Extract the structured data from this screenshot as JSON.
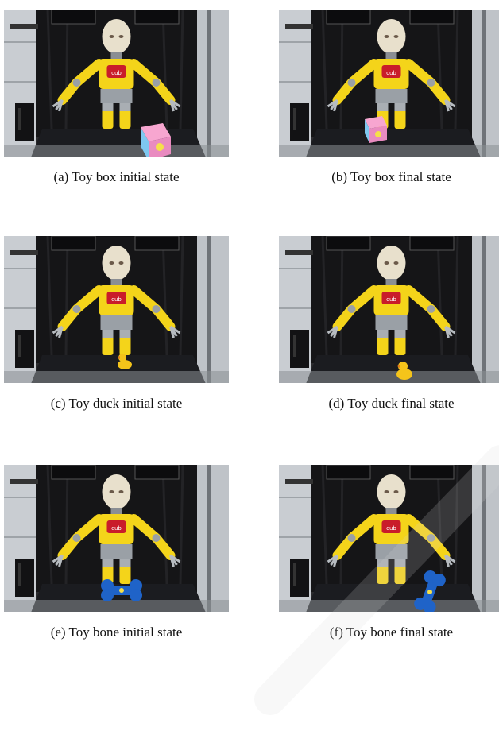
{
  "figures": [
    {
      "caption": "(a) Toy box initial state",
      "toy": "box",
      "state": "initial"
    },
    {
      "caption": "(b) Toy box final state",
      "toy": "box",
      "state": "final"
    },
    {
      "caption": "(c) Toy duck initial state",
      "toy": "duck",
      "state": "initial"
    },
    {
      "caption": "(d) Toy duck final state",
      "toy": "duck",
      "state": "final"
    },
    {
      "caption": "(e) Toy bone initial state",
      "toy": "bone",
      "state": "initial"
    },
    {
      "caption": "(f) Toy bone final state",
      "toy": "bone",
      "state": "final"
    }
  ],
  "colors": {
    "robot_yellow": "#f4d41a",
    "table": "#1b1c20",
    "background": "#2a2a2c",
    "toy_box": "#e98bc0",
    "toy_duck": "#f5c41a",
    "toy_bone": "#1f63c8"
  }
}
